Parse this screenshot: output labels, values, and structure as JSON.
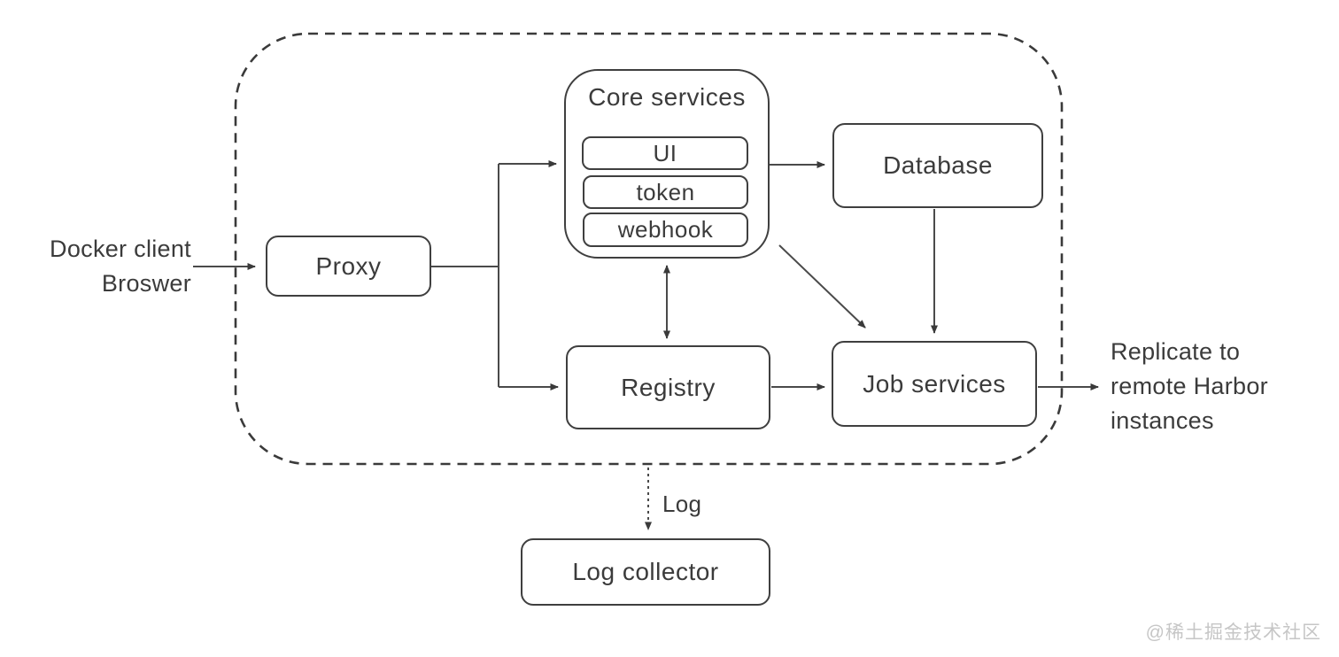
{
  "diagram": {
    "external_left": {
      "line1": "Docker client",
      "line2": "Broswer"
    },
    "nodes": {
      "proxy": "Proxy",
      "core_services": {
        "title": "Core services",
        "children": [
          "UI",
          "token",
          "webhook"
        ]
      },
      "database": "Database",
      "registry": "Registry",
      "job_services": "Job services",
      "log_collector": "Log collector"
    },
    "labels": {
      "log": "Log",
      "replicate_line1": "Replicate to",
      "replicate_line2": "remote Harbor",
      "replicate_line3": "instances"
    },
    "watermark": "@稀土掘金技术社区",
    "colors": {
      "line": "#4a4a4a",
      "border": "#3f3f3f",
      "text": "#3b3b3b",
      "watermark": "#c6c6c6",
      "background": "#ffffff"
    }
  }
}
